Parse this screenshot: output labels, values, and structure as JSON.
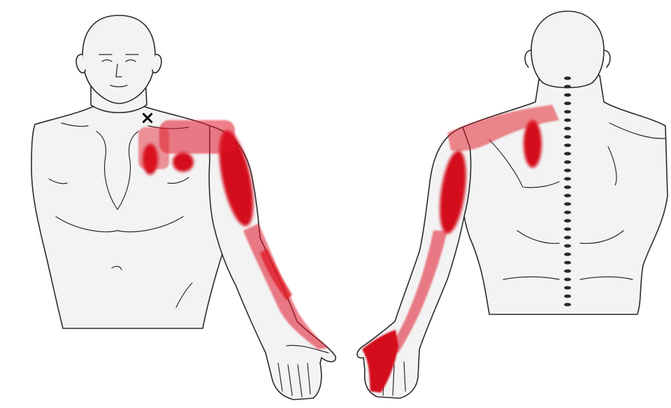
{
  "figure": {
    "kind": "trigger-point-referred-pain-diagram",
    "views": [
      {
        "id": "front",
        "depicts": "anterior-torso-and-right-arm"
      },
      {
        "id": "back",
        "depicts": "posterior-torso-and-left-arm"
      }
    ],
    "trigger_marker_symbol": "×",
    "colors": {
      "background": "#ffffff",
      "skin": "#f3f3f3",
      "outline": "#2a2a2a",
      "pain_zone": "#d4101c",
      "pain_stipple": "#e01a26",
      "trigger_marker": "#111111"
    }
  }
}
